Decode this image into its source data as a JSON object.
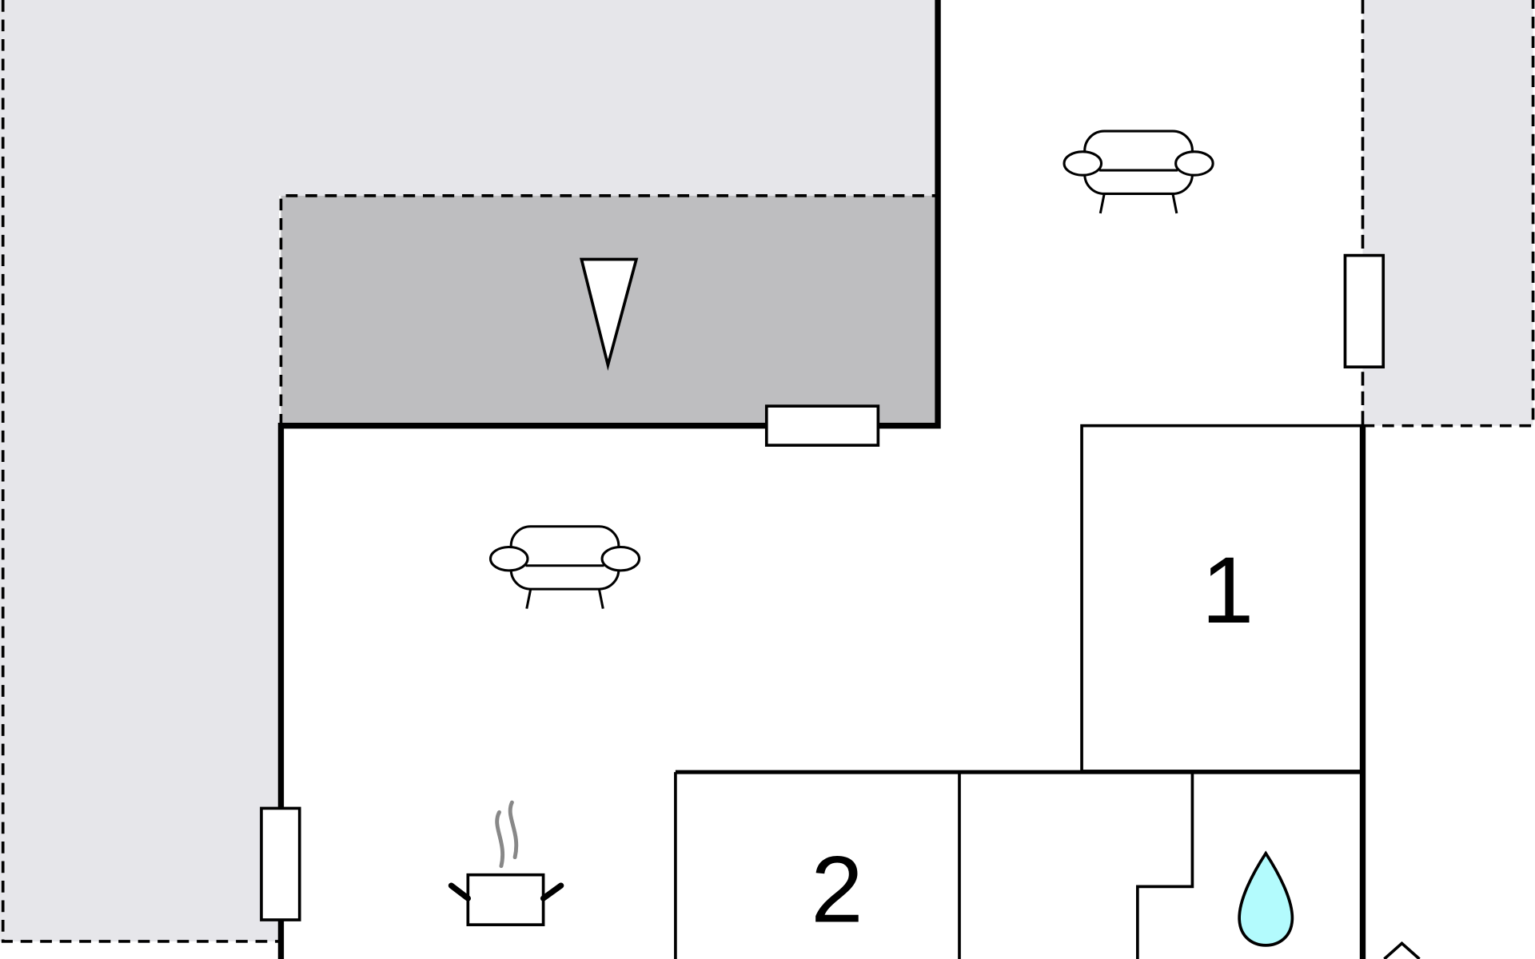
{
  "floorplan": {
    "rooms": [
      {
        "label": "1",
        "type": "bedroom"
      },
      {
        "label": "2",
        "type": "bedroom"
      }
    ],
    "icons": [
      "sofa-icon",
      "sofa-icon",
      "terrace-direction-icon",
      "cooking-pot-icon",
      "water-drop-icon",
      "entrance-icon"
    ],
    "colors": {
      "outdoor": "#e6e6ea",
      "terrace": "#bebec0",
      "wall": "#000000",
      "water": "#b3fbfd"
    }
  }
}
